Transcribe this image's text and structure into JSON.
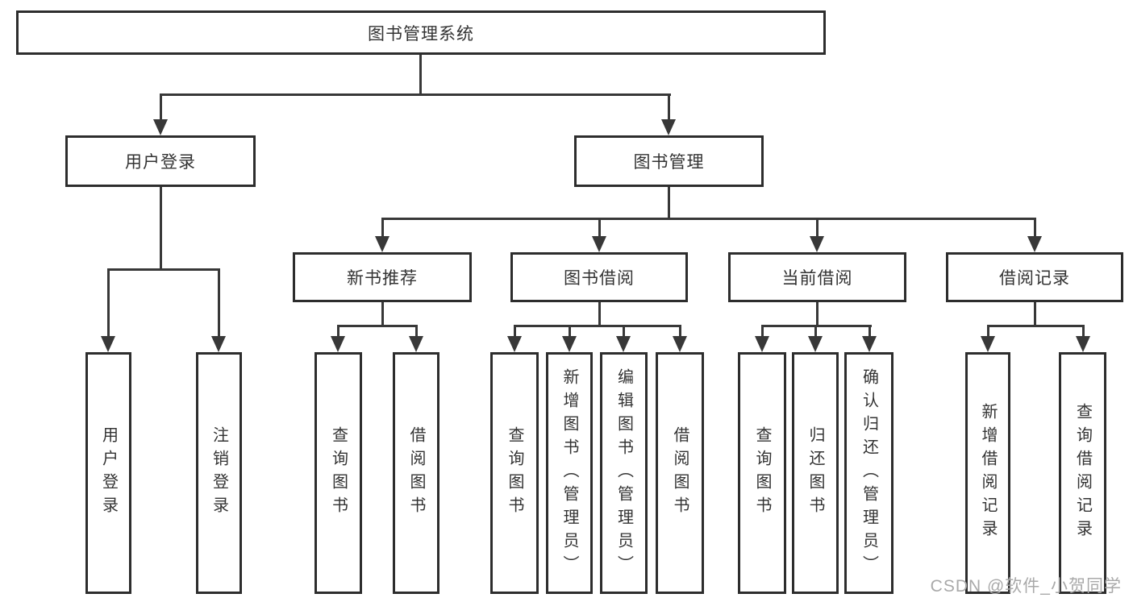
{
  "tree": {
    "root": {
      "label": "图书管理系统",
      "children": [
        {
          "label": "用户登录",
          "children": [
            {
              "label": "用户登录"
            },
            {
              "label": "注销登录"
            }
          ]
        },
        {
          "label": "图书管理",
          "children": [
            {
              "label": "新书推荐",
              "children": [
                {
                  "label": "查询图书"
                },
                {
                  "label": "借阅图书"
                }
              ]
            },
            {
              "label": "图书借阅",
              "children": [
                {
                  "label": "查询图书"
                },
                {
                  "label": "新增图书（管理员）"
                },
                {
                  "label": "编辑图书（管理员）"
                },
                {
                  "label": "借阅图书"
                }
              ]
            },
            {
              "label": "当前借阅",
              "children": [
                {
                  "label": "查询图书"
                },
                {
                  "label": "归还图书"
                },
                {
                  "label": "确认归还（管理员）"
                }
              ]
            },
            {
              "label": "借阅记录",
              "children": [
                {
                  "label": "新增借阅记录"
                },
                {
                  "label": "查询借阅记录"
                }
              ]
            }
          ]
        }
      ]
    }
  },
  "watermark": "CSDN @软件_小贺同学",
  "colors": {
    "line": "#383838",
    "box_border": "#2d2d2d",
    "text": "#333333",
    "watermark": "#a9a9a9",
    "background": "#ffffff"
  }
}
